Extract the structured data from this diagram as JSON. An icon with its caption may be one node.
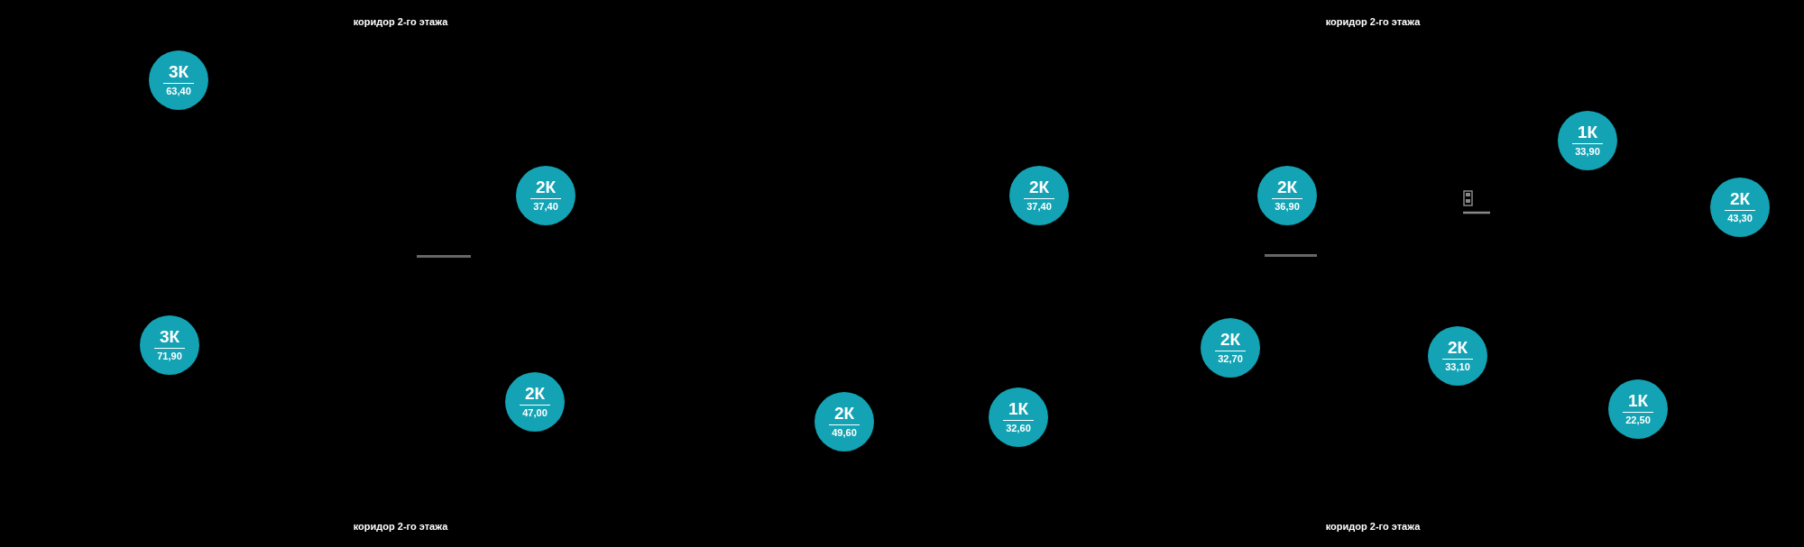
{
  "diagram": {
    "nodes": [
      {
        "text": [
          "3К",
          "63,40"
        ]
      },
      {
        "text": [
          "1К",
          "33,90"
        ]
      },
      {
        "text": [
          "2К",
          "37,40"
        ]
      },
      {
        "text": [
          "2К",
          "37,40"
        ]
      },
      {
        "text": [
          "2К",
          "36,90"
        ]
      },
      {
        "text": [
          "2К",
          "43,30"
        ]
      },
      {
        "text": [
          "3К",
          "71,90"
        ]
      },
      {
        "text": [
          "2К",
          "32,70"
        ]
      },
      {
        "text": [
          "2К",
          "33,10"
        ]
      },
      {
        "text": [
          "2К",
          "47,00"
        ]
      },
      {
        "text": [
          "1К",
          "22,50"
        ]
      },
      {
        "text": [
          "1К",
          "32,60"
        ]
      },
      {
        "text": [
          "2К",
          "49,60"
        ]
      }
    ],
    "labels": [
      "коридор 2-го этажа",
      "коридор 2-го этажа",
      "коридор 2-го этажа",
      "коридор 2-го этажа"
    ]
  }
}
